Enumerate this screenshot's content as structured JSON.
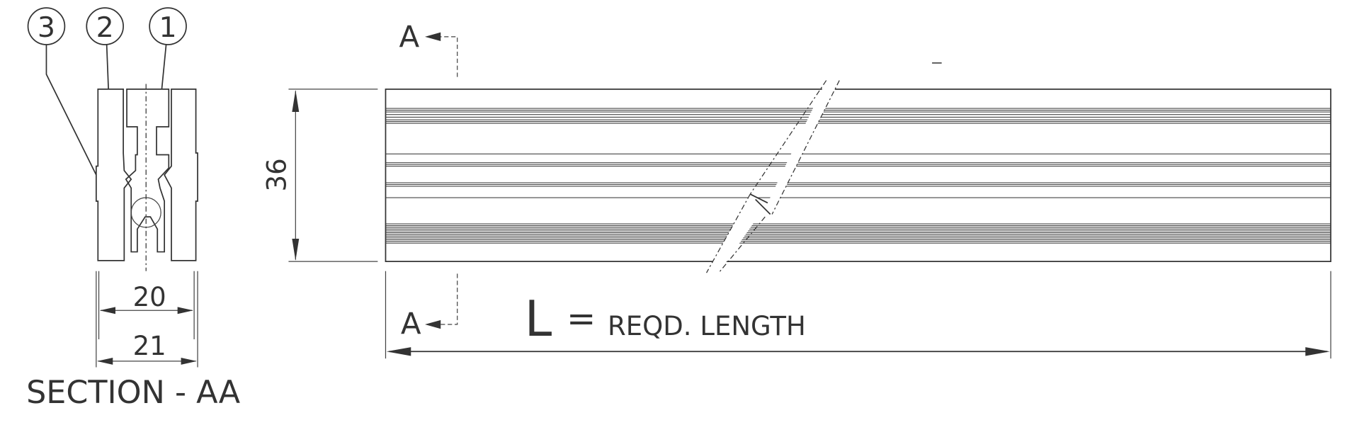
{
  "balloons": [
    "3",
    "2",
    "1"
  ],
  "section": {
    "title": "SECTION - AA",
    "dim_inner": "20",
    "dim_outer": "21"
  },
  "length_view": {
    "dim_height": "36",
    "section_mark_top": "A",
    "section_mark_bottom": "A",
    "length_symbol": "L",
    "equals": "=",
    "length_text": "REQD. LENGTH"
  },
  "colors": {
    "line": "#333333",
    "background": "#ffffff"
  }
}
